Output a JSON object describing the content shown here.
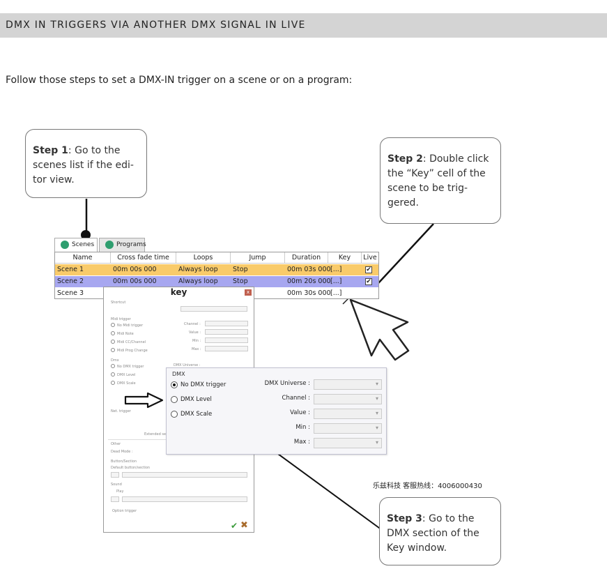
{
  "header": {
    "title": "DMX IN TRIGGERS VIA ANOTHER DMX SIGNAL IN LIVE"
  },
  "intro": "Follow those steps to set a DMX-IN trigger on a scene or on a program:",
  "steps": [
    {
      "label": "Step 1",
      "text": ": Go to the scenes list if the edi-tor view."
    },
    {
      "label": "Step 2",
      "text": ": Double click the “Key” cell of the scene to be trig-gered."
    },
    {
      "label": "Step 3",
      "text": ": Go to the DMX section of the Key window."
    }
  ],
  "tabs": [
    "Scenes",
    "Programs"
  ],
  "table": {
    "columns": [
      "Name",
      "Cross fade time",
      "Loops",
      "Jump",
      "Duration",
      "Key",
      "Live"
    ],
    "rows": [
      {
        "name": "Scene 1",
        "fade": "00m 00s 000",
        "loops": "Always loop",
        "jump": "Stop",
        "duration": "00m 03s 000",
        "key": "[...]",
        "live": "✔"
      },
      {
        "name": "Scene 2",
        "fade": "00m 00s 000",
        "loops": "Always loop",
        "jump": "Stop",
        "duration": "00m 20s 000",
        "key": "[...]",
        "live": "✔"
      },
      {
        "name": "Scene 3",
        "fade": "",
        "loops": "",
        "jump": "",
        "duration": "00m 30s 000",
        "key": "[...]",
        "live": ""
      }
    ]
  },
  "key_window": {
    "title": "key",
    "close": "x",
    "shortcut_label": "Shortcut",
    "midi_label": "Midi trigger",
    "midi_options": [
      "No Midi trigger",
      "Midi Note",
      "Midi CC/Channel",
      "Midi Prog Change"
    ],
    "midi_fields": [
      "Channel :",
      "Value :",
      "Min :",
      "Max :"
    ],
    "dmx_label": "Dmx",
    "dmx_options": [
      "No DMX trigger",
      "DMX Level",
      "DMX Scale"
    ],
    "dmx_field": "DMX Universe :",
    "network_label": "Net. trigger",
    "extended": "Extended set",
    "other_label": "Other",
    "dead_label": "Dead Mode :",
    "button_section": "Button/Section",
    "default_button": "Default button/section",
    "sound_label": "Sound",
    "play_label": "Play",
    "option_label": "Option trigger"
  },
  "dmx_window": {
    "legend": "DMX",
    "options": [
      "No DMX trigger",
      "DMX Level",
      "DMX Scale"
    ],
    "selected": "No DMX trigger",
    "fields": [
      "DMX Universe :",
      "Channel :",
      "Value :",
      "Min :",
      "Max :"
    ]
  },
  "hotline": "乐兹科技 客服热线：4006000430",
  "colors": {
    "header_bg": "#d4d4d4",
    "row1": "#f9cb6a",
    "row2": "#a7a7f0",
    "tab_icon": "#2e9e6f"
  }
}
